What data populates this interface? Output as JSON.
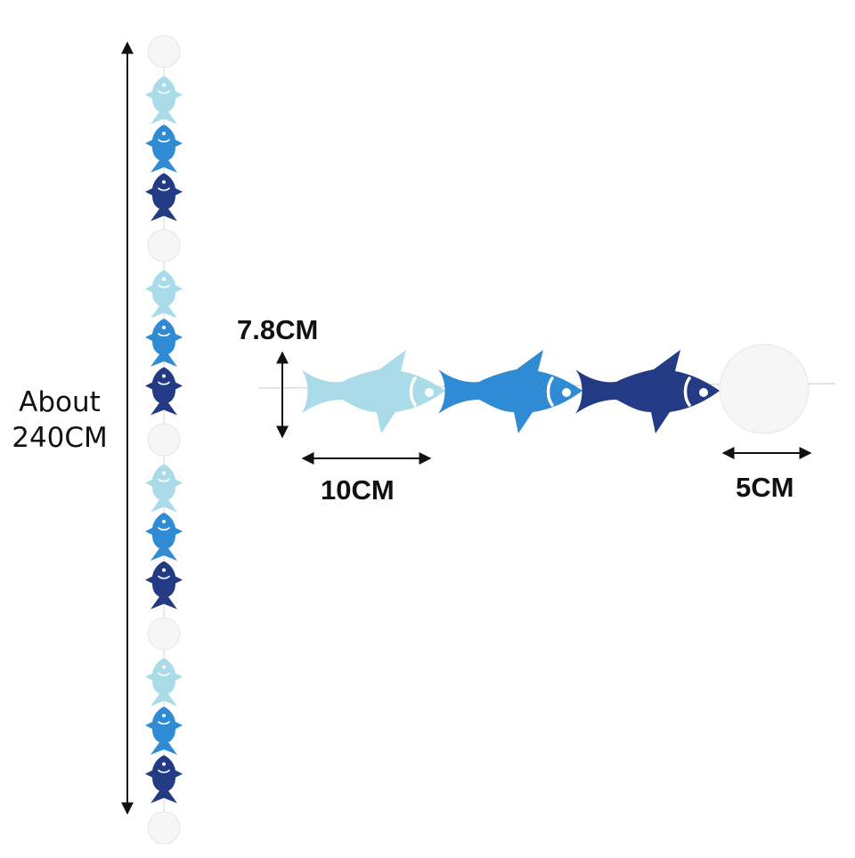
{
  "labels": {
    "total_length_line1": "About",
    "total_length_line2": "240CM",
    "fish_height": "7.8CM",
    "fish_width": "10CM",
    "circle_width": "5CM"
  },
  "colors": {
    "light_blue": "#a9dbe9",
    "medium_blue": "#2f8bd3",
    "dark_blue": "#233b84",
    "white_circle": "#f6f6f6",
    "string": "#dcdcdc",
    "arrow": "#111111"
  },
  "garland": {
    "repeat_pattern": [
      "white-circle",
      "light-blue-fish",
      "medium-blue-fish",
      "dark-blue-fish"
    ],
    "repeat_count": 4,
    "end_piece": "white-circle"
  },
  "detail_row": [
    "light-blue-fish",
    "medium-blue-fish",
    "dark-blue-fish",
    "white-circle"
  ]
}
